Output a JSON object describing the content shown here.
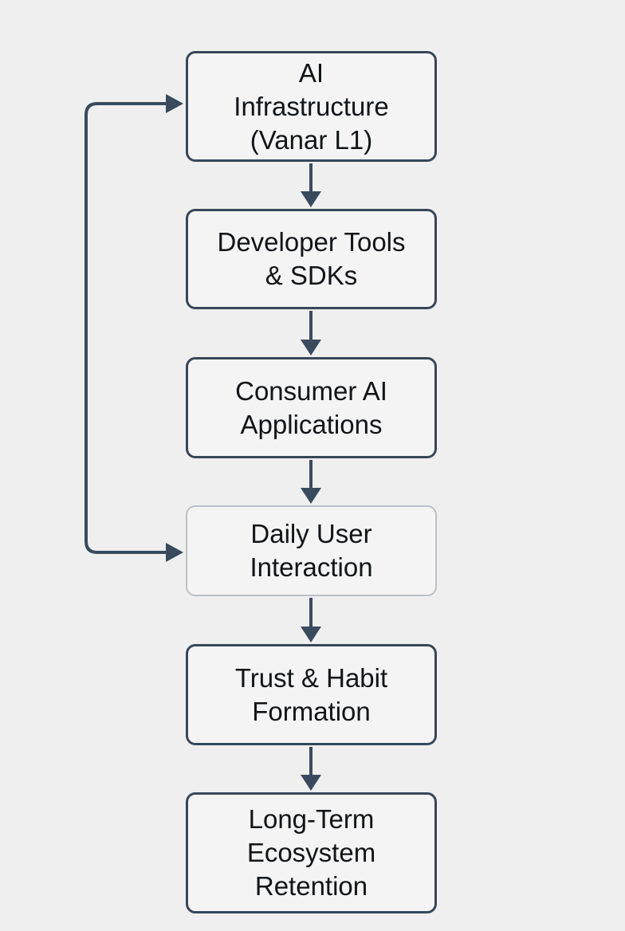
{
  "diagram": {
    "nodes": [
      {
        "id": "ai-infrastructure",
        "label": "AI\nInfrastructure\n(Vanar L1)"
      },
      {
        "id": "developer-tools",
        "label": "Developer Tools\n& SDKs"
      },
      {
        "id": "consumer-ai",
        "label": "Consumer AI\nApplications"
      },
      {
        "id": "daily-interaction",
        "label": "Daily User\nInteraction"
      },
      {
        "id": "trust-habit",
        "label": "Trust & Habit\nFormation"
      },
      {
        "id": "ecosystem-retention",
        "label": "Long-Term\nEcosystem\nRetention"
      }
    ],
    "edges": [
      {
        "from": "ai-infrastructure",
        "to": "developer-tools"
      },
      {
        "from": "developer-tools",
        "to": "consumer-ai"
      },
      {
        "from": "consumer-ai",
        "to": "daily-interaction"
      },
      {
        "from": "daily-interaction",
        "to": "trust-habit"
      },
      {
        "from": "trust-habit",
        "to": "ecosystem-retention"
      },
      {
        "from": "daily-interaction",
        "to": "ai-infrastructure",
        "type": "feedback-loop"
      },
      {
        "from": "ai-infrastructure",
        "to": "daily-interaction",
        "type": "feedback-loop"
      }
    ],
    "colors": {
      "node_border": "#37475a",
      "node_border_muted": "#b9c0c7",
      "arrow": "#3a4a5e",
      "background": "#efefef"
    }
  }
}
